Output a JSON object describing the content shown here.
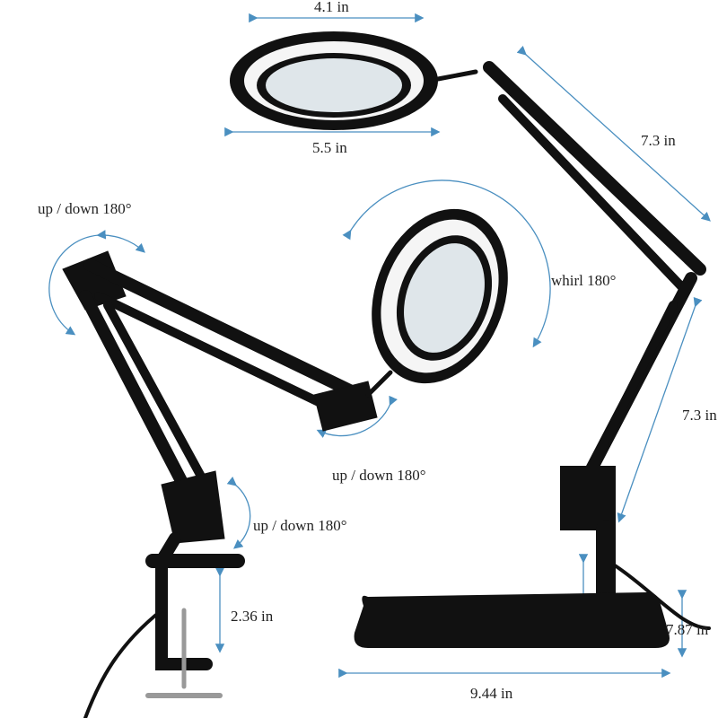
{
  "labels": {
    "top_ring_inner": "4.1 in",
    "top_ring_outer": "5.5 in",
    "upper_arm_right": "7.3 in",
    "lower_arm_right": "7.3 in",
    "rotate_left_top": "up / down 180°",
    "whirl": "whirl 180°",
    "rotate_head_left": "up / down 180°",
    "rotate_base_left": "up / down 180°",
    "clamp_height": "2.36 in",
    "base_depth": "7.87 in",
    "base_width": "9.44 in"
  },
  "colors": {
    "dimension_line": "#4a8fc0",
    "lamp_body": "#111111",
    "lens": "#dfe6ea"
  }
}
